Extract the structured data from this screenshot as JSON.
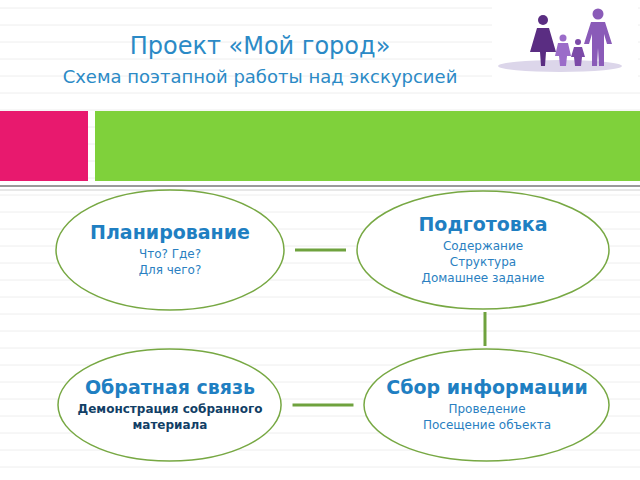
{
  "diagram": {
    "title": "Проект «Мой город»",
    "nodes": [
      {
        "text": [
          "Планирование",
          "Что? Где?",
          "Для чего?"
        ]
      },
      {
        "text": [
          "Подготовка",
          "Содержание",
          "Структура",
          "Домашнее задание"
        ]
      },
      {
        "text": [
          "Обратная связь",
          "Демонстрация собранного материала"
        ]
      },
      {
        "text": [
          "Сбор информации",
          "Проведение",
          "Посещение объекта"
        ]
      }
    ],
    "edges": [
      {
        "from": 0,
        "to": 1,
        "arrow": "none"
      },
      {
        "from": 1,
        "to": 3,
        "arrow": "none"
      },
      {
        "from": 3,
        "to": 2,
        "arrow": "none"
      }
    ],
    "labels": [
      "Схема поэтапной работы над экскурсией"
    ]
  }
}
